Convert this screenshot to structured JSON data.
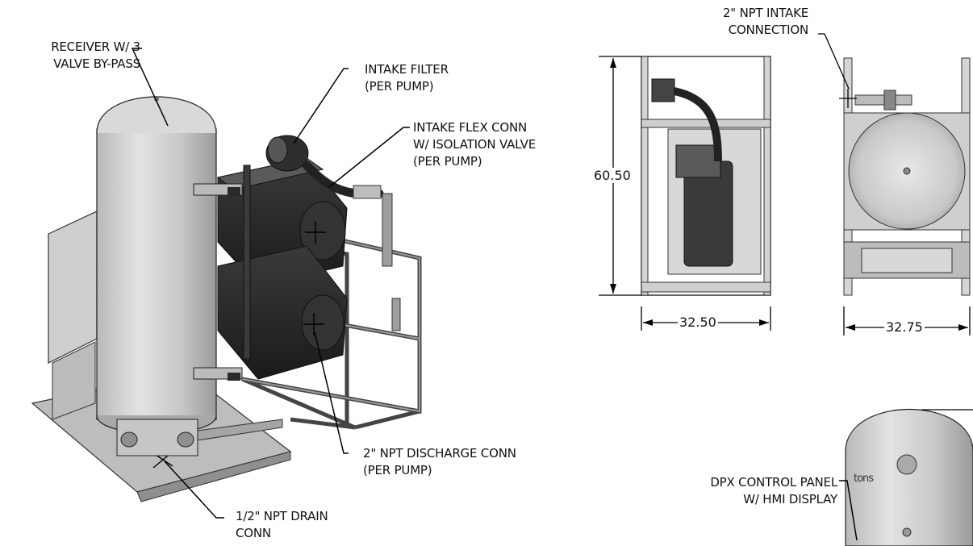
{
  "callouts": {
    "receiver": [
      "RECEIVER W/ 3",
      "VALVE BY-PASS"
    ],
    "intake_filter": [
      "INTAKE FILTER",
      "(PER PUMP)"
    ],
    "intake_flex": [
      "INTAKE FLEX CONN",
      "W/ ISOLATION VALVE",
      "(PER PUMP)"
    ],
    "discharge": [
      "2\" NPT DISCHARGE CONN",
      "(PER PUMP)"
    ],
    "drain": [
      "1/2\" NPT DRAIN",
      "CONN"
    ],
    "intake_connection": [
      "2\" NPT INTAKE",
      "CONNECTION"
    ],
    "control_panel": [
      "DPX CONTROL PANEL",
      "W/ HMI DISPLAY"
    ]
  },
  "dimensions": {
    "height": "60.50",
    "front_width": "32.50",
    "side_width": "32.75"
  },
  "stamp_text": "tons",
  "colors": {
    "line": "#111111",
    "metal": "#c9c9c9",
    "dark": "#2b2b2b"
  }
}
